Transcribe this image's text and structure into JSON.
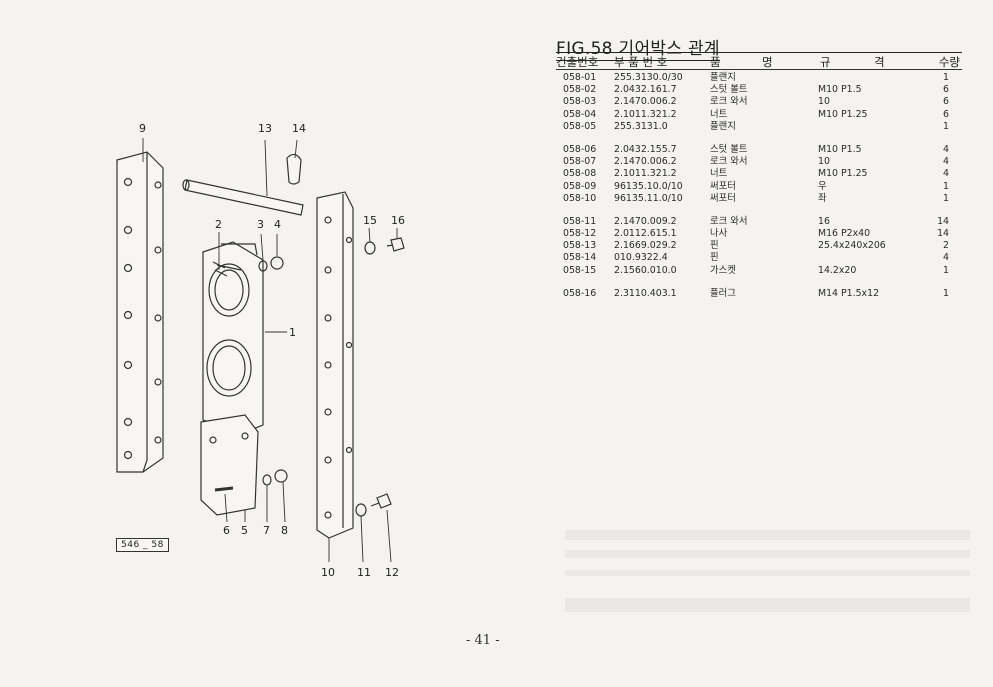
{
  "figure": {
    "title": "FIG.58 기어박스 관계",
    "code": "546 _ 58",
    "page_number": "- 41 -"
  },
  "table": {
    "headers": {
      "no": "건출번호",
      "part": "부 품 번 호",
      "name_1": "품",
      "name_2": "명",
      "spec_1": "규",
      "spec_2": "격",
      "qty": "수량"
    },
    "groups": [
      [
        {
          "no": "058-01",
          "part": "255.3130.0/30",
          "name": "플랜지",
          "spec": "",
          "qty": "1"
        },
        {
          "no": "058-02",
          "part": "2.0432.161.7",
          "name": "스텃 볼트",
          "spec": "M10 P1.5",
          "qty": "6"
        },
        {
          "no": "058-03",
          "part": "2.1470.006.2",
          "name": "로크 와서",
          "spec": "10",
          "qty": "6"
        },
        {
          "no": "058-04",
          "part": "2.1011.321.2",
          "name": "너트",
          "spec": "M10 P1.25",
          "qty": "6"
        },
        {
          "no": "058-05",
          "part": "255.3131.0",
          "name": "플랜지",
          "spec": "",
          "qty": "1"
        }
      ],
      [
        {
          "no": "058-06",
          "part": "2.0432.155.7",
          "name": "스텃 볼트",
          "spec": "M10 P1.5",
          "qty": "4"
        },
        {
          "no": "058-07",
          "part": "2.1470.006.2",
          "name": "로크 와서",
          "spec": "10",
          "qty": "4"
        },
        {
          "no": "058-08",
          "part": "2.1011.321.2",
          "name": "너트",
          "spec": "M10 P1.25",
          "qty": "4"
        },
        {
          "no": "058-09",
          "part": "96135.10.0/10",
          "name": "써포터",
          "spec": "우",
          "qty": "1"
        },
        {
          "no": "058-10",
          "part": "96135.11.0/10",
          "name": "써포터",
          "spec": "좌",
          "qty": "1"
        }
      ],
      [
        {
          "no": "058-11",
          "part": "2.1470.009.2",
          "name": "로크 와서",
          "spec": "16",
          "qty": "14"
        },
        {
          "no": "058-12",
          "part": "2.0112.615.1",
          "name": "나사",
          "spec": "M16 P2x40",
          "qty": "14"
        },
        {
          "no": "058-13",
          "part": "2.1669.029.2",
          "name": "핀",
          "spec": "25.4x240x206",
          "qty": "2"
        },
        {
          "no": "058-14",
          "part": "010.9322.4",
          "name": "핀",
          "spec": "",
          "qty": "4"
        },
        {
          "no": "058-15",
          "part": "2.1560.010.0",
          "name": "가스켓",
          "spec": "14.2x20",
          "qty": "1"
        }
      ],
      [
        {
          "no": "058-16",
          "part": "2.3110.403.1",
          "name": "플러그",
          "spec": "M14 P1.5x12",
          "qty": "1"
        }
      ]
    ]
  },
  "callouts": {
    "c1": "1",
    "c2": "2",
    "c3": "3",
    "c4": "4",
    "c5": "5",
    "c6": "6",
    "c7": "7",
    "c8": "8",
    "c9": "9",
    "c10": "10",
    "c11": "11",
    "c12": "12",
    "c13": "13",
    "c14": "14",
    "c15": "15",
    "c16": "16"
  }
}
